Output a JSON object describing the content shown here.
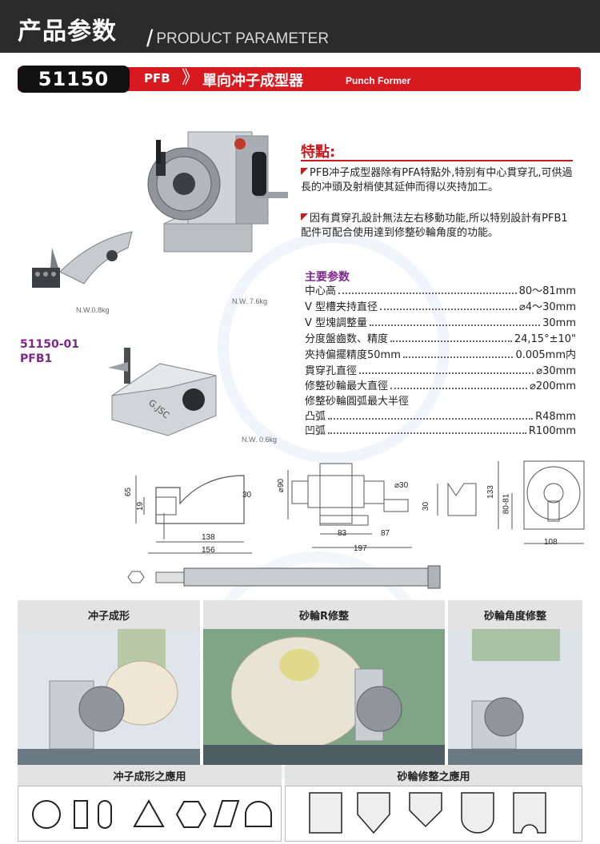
{
  "header": {
    "title_cn": "产品参数",
    "title_en": "PRODUCT PARAMETER",
    "slash": "/"
  },
  "model": {
    "number": "51150",
    "code": "PFB",
    "name_cn": "單向冲子成型器",
    "name_en": "Punch Former",
    "chevron": "》"
  },
  "features": {
    "title": "特點:",
    "items": [
      "PFB冲子成型器除有PFA特點外,特别有中心貫穿孔,可供過長的冲頭及射梢使其延伸而得以夾持加工。",
      "因有貫穿孔設計無法左右移動功能,所以特别設計有PFB1配件可配合使用達到修整砂輪角度的功能。"
    ]
  },
  "specs": {
    "title": "主要参数",
    "rows": [
      {
        "k": "中心高",
        "v": "80～81mm"
      },
      {
        "k": "V 型槽夹持直径",
        "v": "⌀4～30mm"
      },
      {
        "k": "V 型塊調整量",
        "v": "30mm"
      },
      {
        "k": "分度盤齒数、精度",
        "v": "24,15°±10\""
      },
      {
        "k": "夾持偏擺精度50mm",
        "v": "0.005mm内"
      },
      {
        "k": "貫穿孔直徑",
        "v": "⌀30mm"
      },
      {
        "k": "修整砂輪最大直徑",
        "v": "⌀200mm"
      },
      {
        "k": "修整砂輪圓弧最大半徑",
        "v": ""
      },
      {
        "k": "凸弧",
        "v": "R48mm"
      },
      {
        "k": "凹弧",
        "v": "R100mm"
      }
    ]
  },
  "weights": {
    "w1": "N.W.0.8kg",
    "w2": "N.W. 7.6kg",
    "w3": "N.W. 0.6kg"
  },
  "accessory": {
    "code": "51150-01",
    "name": "PFB1"
  },
  "dimensions": {
    "d65": "65",
    "d19": "19",
    "d30a": "30",
    "d138": "138",
    "d156": "156",
    "d90": "⌀90",
    "d30b": "⌀30",
    "d83": "83",
    "d87": "87",
    "d197": "197",
    "d30c": "30",
    "d133": "133",
    "d8081": "80-81",
    "d108": "108"
  },
  "gallery": [
    {
      "label": "冲子成形"
    },
    {
      "label": "砂輪R修整"
    },
    {
      "label": "砂輪角度修整"
    }
  ],
  "applications": {
    "left": "冲子成形之應用",
    "right": "砂輪修整之應用"
  },
  "colors": {
    "accent_red": "#d71920",
    "purple": "#7b2a8a",
    "header_bg": "#2b2b2b"
  }
}
